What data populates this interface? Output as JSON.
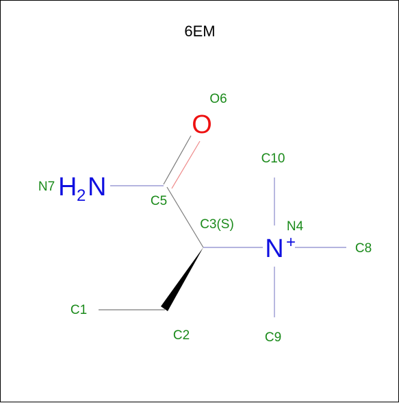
{
  "title": "6EM",
  "colors": {
    "atom_label": "#1a8a1a",
    "nitrogen": "#1010e0",
    "oxygen": "#ee1111",
    "bond": "#7a7a7a",
    "bond_nitrogen": "#8888cc",
    "bond_oxygen": "#ee8888",
    "wedge": "#000000",
    "title": "#000000"
  },
  "atoms": {
    "o6": "O6",
    "o_symbol": "O",
    "c10": "C10",
    "n7": "N7",
    "h_symbol": "H",
    "h_count": "2",
    "n_symbol": "N",
    "c5": "C5",
    "c3": "C3(S)",
    "n4": "N4",
    "n_charge": "+",
    "c8": "C8",
    "c1": "C1",
    "c2": "C2",
    "c9": "C9"
  }
}
